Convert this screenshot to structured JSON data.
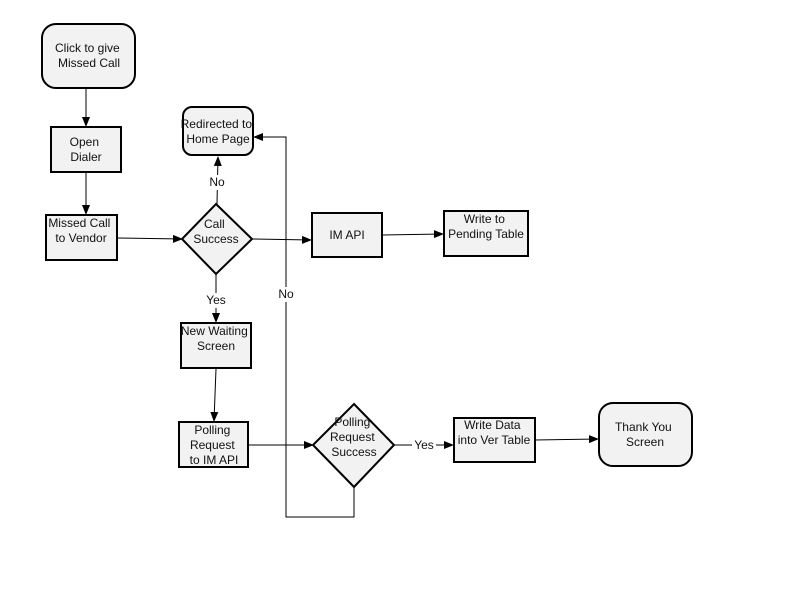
{
  "nodes": {
    "start": {
      "lines": [
        "Click to give",
        "Missed Call"
      ]
    },
    "open_dialer": {
      "lines": [
        "Open",
        "Dialer"
      ]
    },
    "missed_call_vendor": {
      "lines": [
        "Missed Call",
        "to Vendor"
      ]
    },
    "call_success": {
      "lines": [
        "Call",
        "Success"
      ]
    },
    "redirected_home": {
      "lines": [
        "Redirected to",
        "Home Page"
      ]
    },
    "im_api": {
      "lines": [
        "IM API"
      ]
    },
    "write_pending": {
      "lines": [
        "Write to",
        "Pending Table"
      ]
    },
    "new_waiting": {
      "lines": [
        "New Waiting",
        "Screen"
      ]
    },
    "polling_request_im": {
      "lines": [
        "Polling",
        "Request",
        "to IM API"
      ]
    },
    "polling_success": {
      "lines": [
        "Polling",
        "Request",
        "Success"
      ]
    },
    "write_ver": {
      "lines": [
        "Write Data",
        "into Ver Table"
      ]
    },
    "thank_you": {
      "lines": [
        "Thank You",
        "Screen"
      ]
    }
  },
  "edge_labels": {
    "call_no": "No",
    "call_yes": "Yes",
    "polling_no": "No",
    "polling_yes": "Yes"
  }
}
